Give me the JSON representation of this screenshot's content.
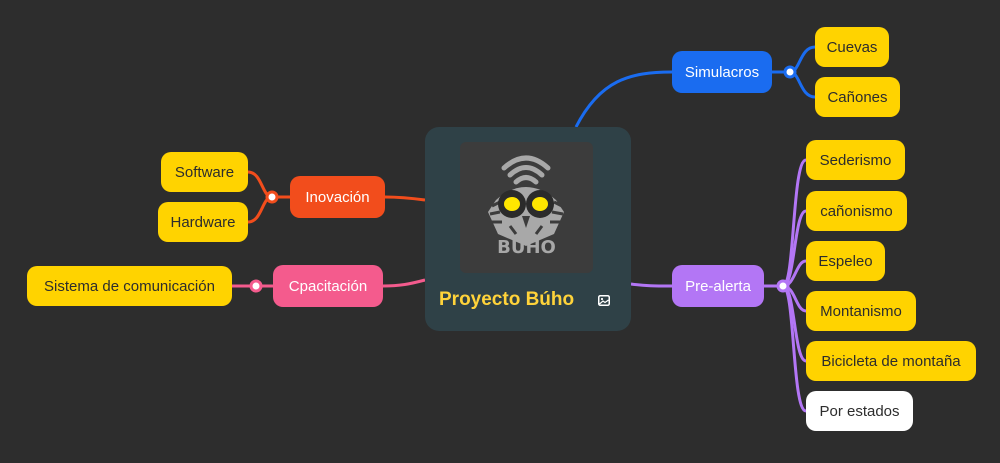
{
  "colors": {
    "background": "#2d2d2d",
    "root_bg": "#2f4147",
    "root_title": "#ffd33a",
    "leaf_yellow": "#ffd300",
    "leaf_white": "#ffffff",
    "simulacros": "#1a6cf0",
    "inovacion": "#f24d1c",
    "capacitacion": "#f45b8d",
    "prealerta": "#b376f5"
  },
  "root": {
    "title": "Proyecto Búho",
    "logo_text": "BÚHO",
    "image_icon": "image-icon"
  },
  "branches": {
    "simulacros": {
      "label": "Simulacros",
      "children": [
        "Cuevas",
        "Cañones"
      ]
    },
    "inovacion": {
      "label": "Inovación",
      "children": [
        "Software",
        "Hardware"
      ]
    },
    "capacitacion": {
      "label": "Cpacitación",
      "children": [
        "Sistema de comunicación"
      ]
    },
    "prealerta": {
      "label": "Pre-alerta",
      "children": [
        "Sederismo",
        "cañonismo",
        "Espeleo",
        "Montanismo",
        "Bicicleta de montaña",
        "Por estados"
      ]
    }
  }
}
